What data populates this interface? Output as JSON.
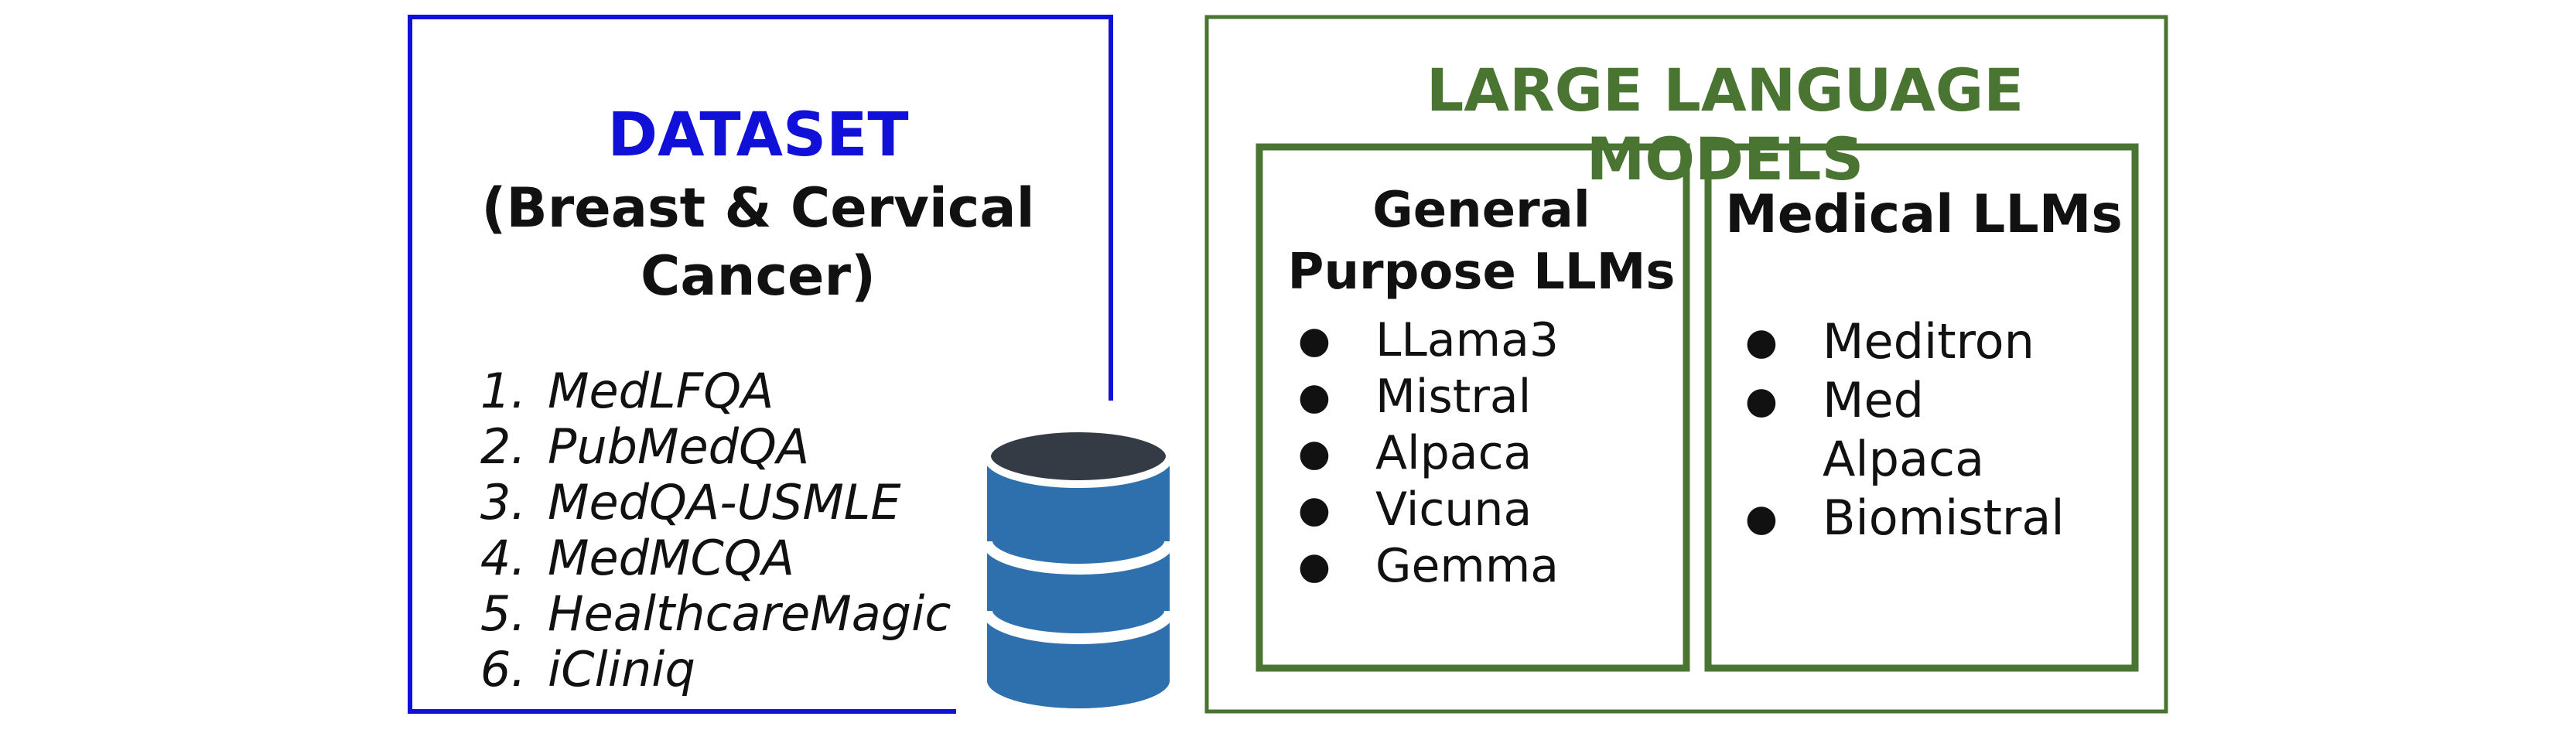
{
  "colors": {
    "dataset_accent": "#1010d8",
    "llm_accent": "#4a7431",
    "db_body": "#2e6fae",
    "db_top": "#343b44",
    "text": "#111111"
  },
  "dataset": {
    "title": "DATASET",
    "subtitle": "(Breast & Cervical Cancer)",
    "items": [
      {
        "num": "1.",
        "label": "MedLFQA"
      },
      {
        "num": "2.",
        "label": "PubMedQA"
      },
      {
        "num": "3.",
        "label": "MedQA-USMLE"
      },
      {
        "num": "4.",
        "label": "MedMCQA"
      },
      {
        "num": "5.",
        "label": "HealthcareMagic"
      },
      {
        "num": "6.",
        "label": "iCliniq"
      }
    ],
    "icon": "database-icon"
  },
  "llm": {
    "title": "LARGE LANGUAGE MODELS",
    "general": {
      "title": "General Purpose LLMs",
      "items": [
        "LLama3",
        "Mistral",
        "Alpaca",
        "Vicuna",
        "Gemma"
      ]
    },
    "medical": {
      "title": "Medical LLMs",
      "items": [
        "Meditron",
        "Med Alpaca",
        "Biomistral"
      ]
    }
  }
}
